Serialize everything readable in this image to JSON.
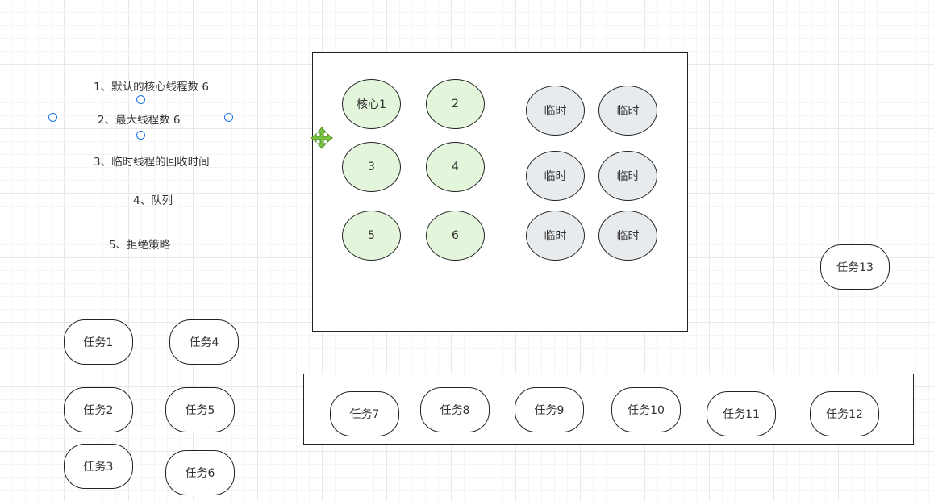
{
  "notes": [
    "1、默认的核心线程数 6",
    "2、最大线程数 6",
    "3、临时线程的回收时间",
    "4、队列",
    "5、拒绝策略"
  ],
  "pool": {
    "cores": [
      "核心1",
      "2",
      "3",
      "4",
      "5",
      "6"
    ],
    "temps": [
      "临时",
      "临时",
      "临时",
      "临时",
      "临时",
      "临时"
    ]
  },
  "tasks_waiting": [
    "任务1",
    "任务4",
    "任务2",
    "任务5",
    "任务3",
    "任务6"
  ],
  "queue": [
    "任务7",
    "任务8",
    "任务9",
    "任务10",
    "任务11",
    "任务12"
  ],
  "rejected": "任务13",
  "colors": {
    "core_fill": "#e3f5db",
    "temp_fill": "#e8ebee",
    "selection_handle": "#1a73e8",
    "move_cursor": "#7cc242"
  }
}
